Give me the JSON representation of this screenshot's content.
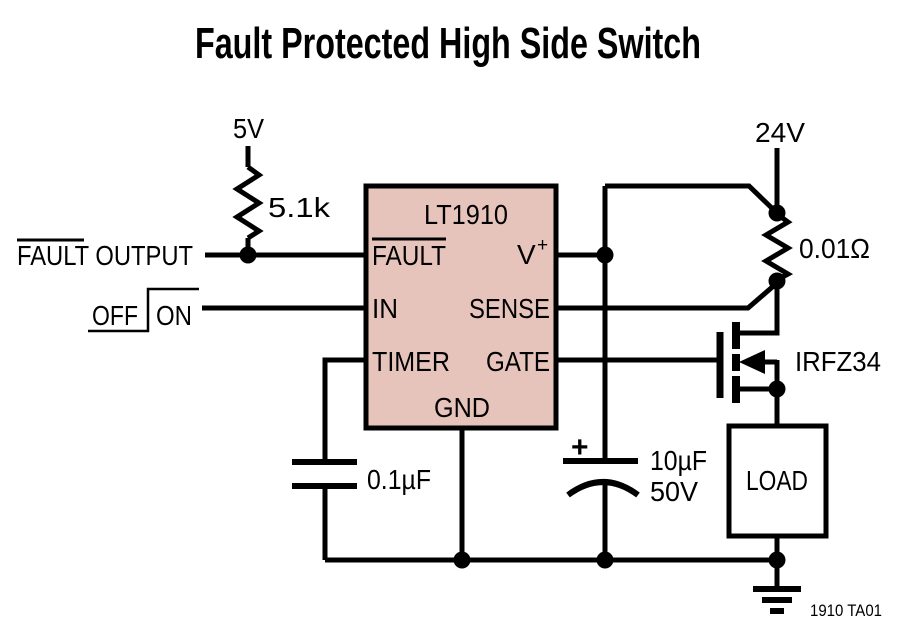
{
  "title": "Fault Protected High Side Switch",
  "colors": {
    "background": "#ffffff",
    "line": "#000000",
    "ic_fill": "#e7c4bb",
    "load_fill": "#ffffff"
  },
  "ic": {
    "part": "LT1910",
    "pin_fault": "FAULT",
    "pin_in": "IN",
    "pin_timer": "TIMER",
    "pin_gnd": "GND",
    "pin_vplus_base": "V",
    "pin_vplus_sup": "+",
    "pin_sense": "SENSE",
    "pin_gate": "GATE"
  },
  "labels": {
    "supply_logic": "5V",
    "pullup_resistor": "5.1k",
    "fault_output": "FAULT OUTPUT",
    "off": "OFF",
    "on": "ON",
    "supply_main": "24V",
    "sense_resistor": "0.01Ω",
    "mosfet": "IRFZ34",
    "load": "LOAD",
    "timer_cap": "0.1µF",
    "bulk_cap_plus": "+",
    "bulk_cap_value": "10µF",
    "bulk_cap_voltage": "50V",
    "figure_id": "1910 TA01"
  }
}
